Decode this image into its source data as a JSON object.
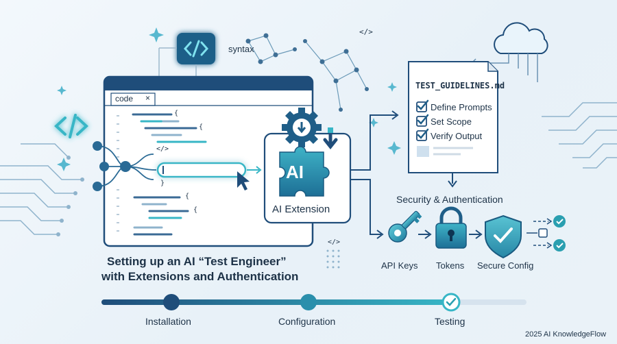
{
  "editor": {
    "tab_label": "code",
    "tab_close": "×",
    "code_tokens": [
      "{",
      "{",
      "</>",
      "}",
      "{",
      "{"
    ]
  },
  "floating_tags": {
    "syntax_label": "syntax",
    "code_tag_top": "</>",
    "code_tag_mid": "</>"
  },
  "extension": {
    "badge": "AI",
    "label": "AI Extension"
  },
  "guidelines_doc": {
    "filename": "TEST_GUIDELINES.md",
    "items": [
      "Define Prompts",
      "Set Scope",
      "Verify Output"
    ]
  },
  "security": {
    "heading": "Security & Authentication",
    "items": [
      "API Keys",
      "Tokens",
      "Secure Config"
    ]
  },
  "title": {
    "line1": "Setting up an AI “Test Engineer”",
    "line2": "with Extensions and Authentication"
  },
  "timeline": {
    "steps": [
      "Installation",
      "Configuration",
      "Testing"
    ]
  },
  "footer": {
    "credit": "2025 AI KnowledgeFlow"
  },
  "colors": {
    "navy": "#1f4d7a",
    "teal": "#2a9fb0",
    "accent": "#37b6c6",
    "text": "#1d3247"
  }
}
